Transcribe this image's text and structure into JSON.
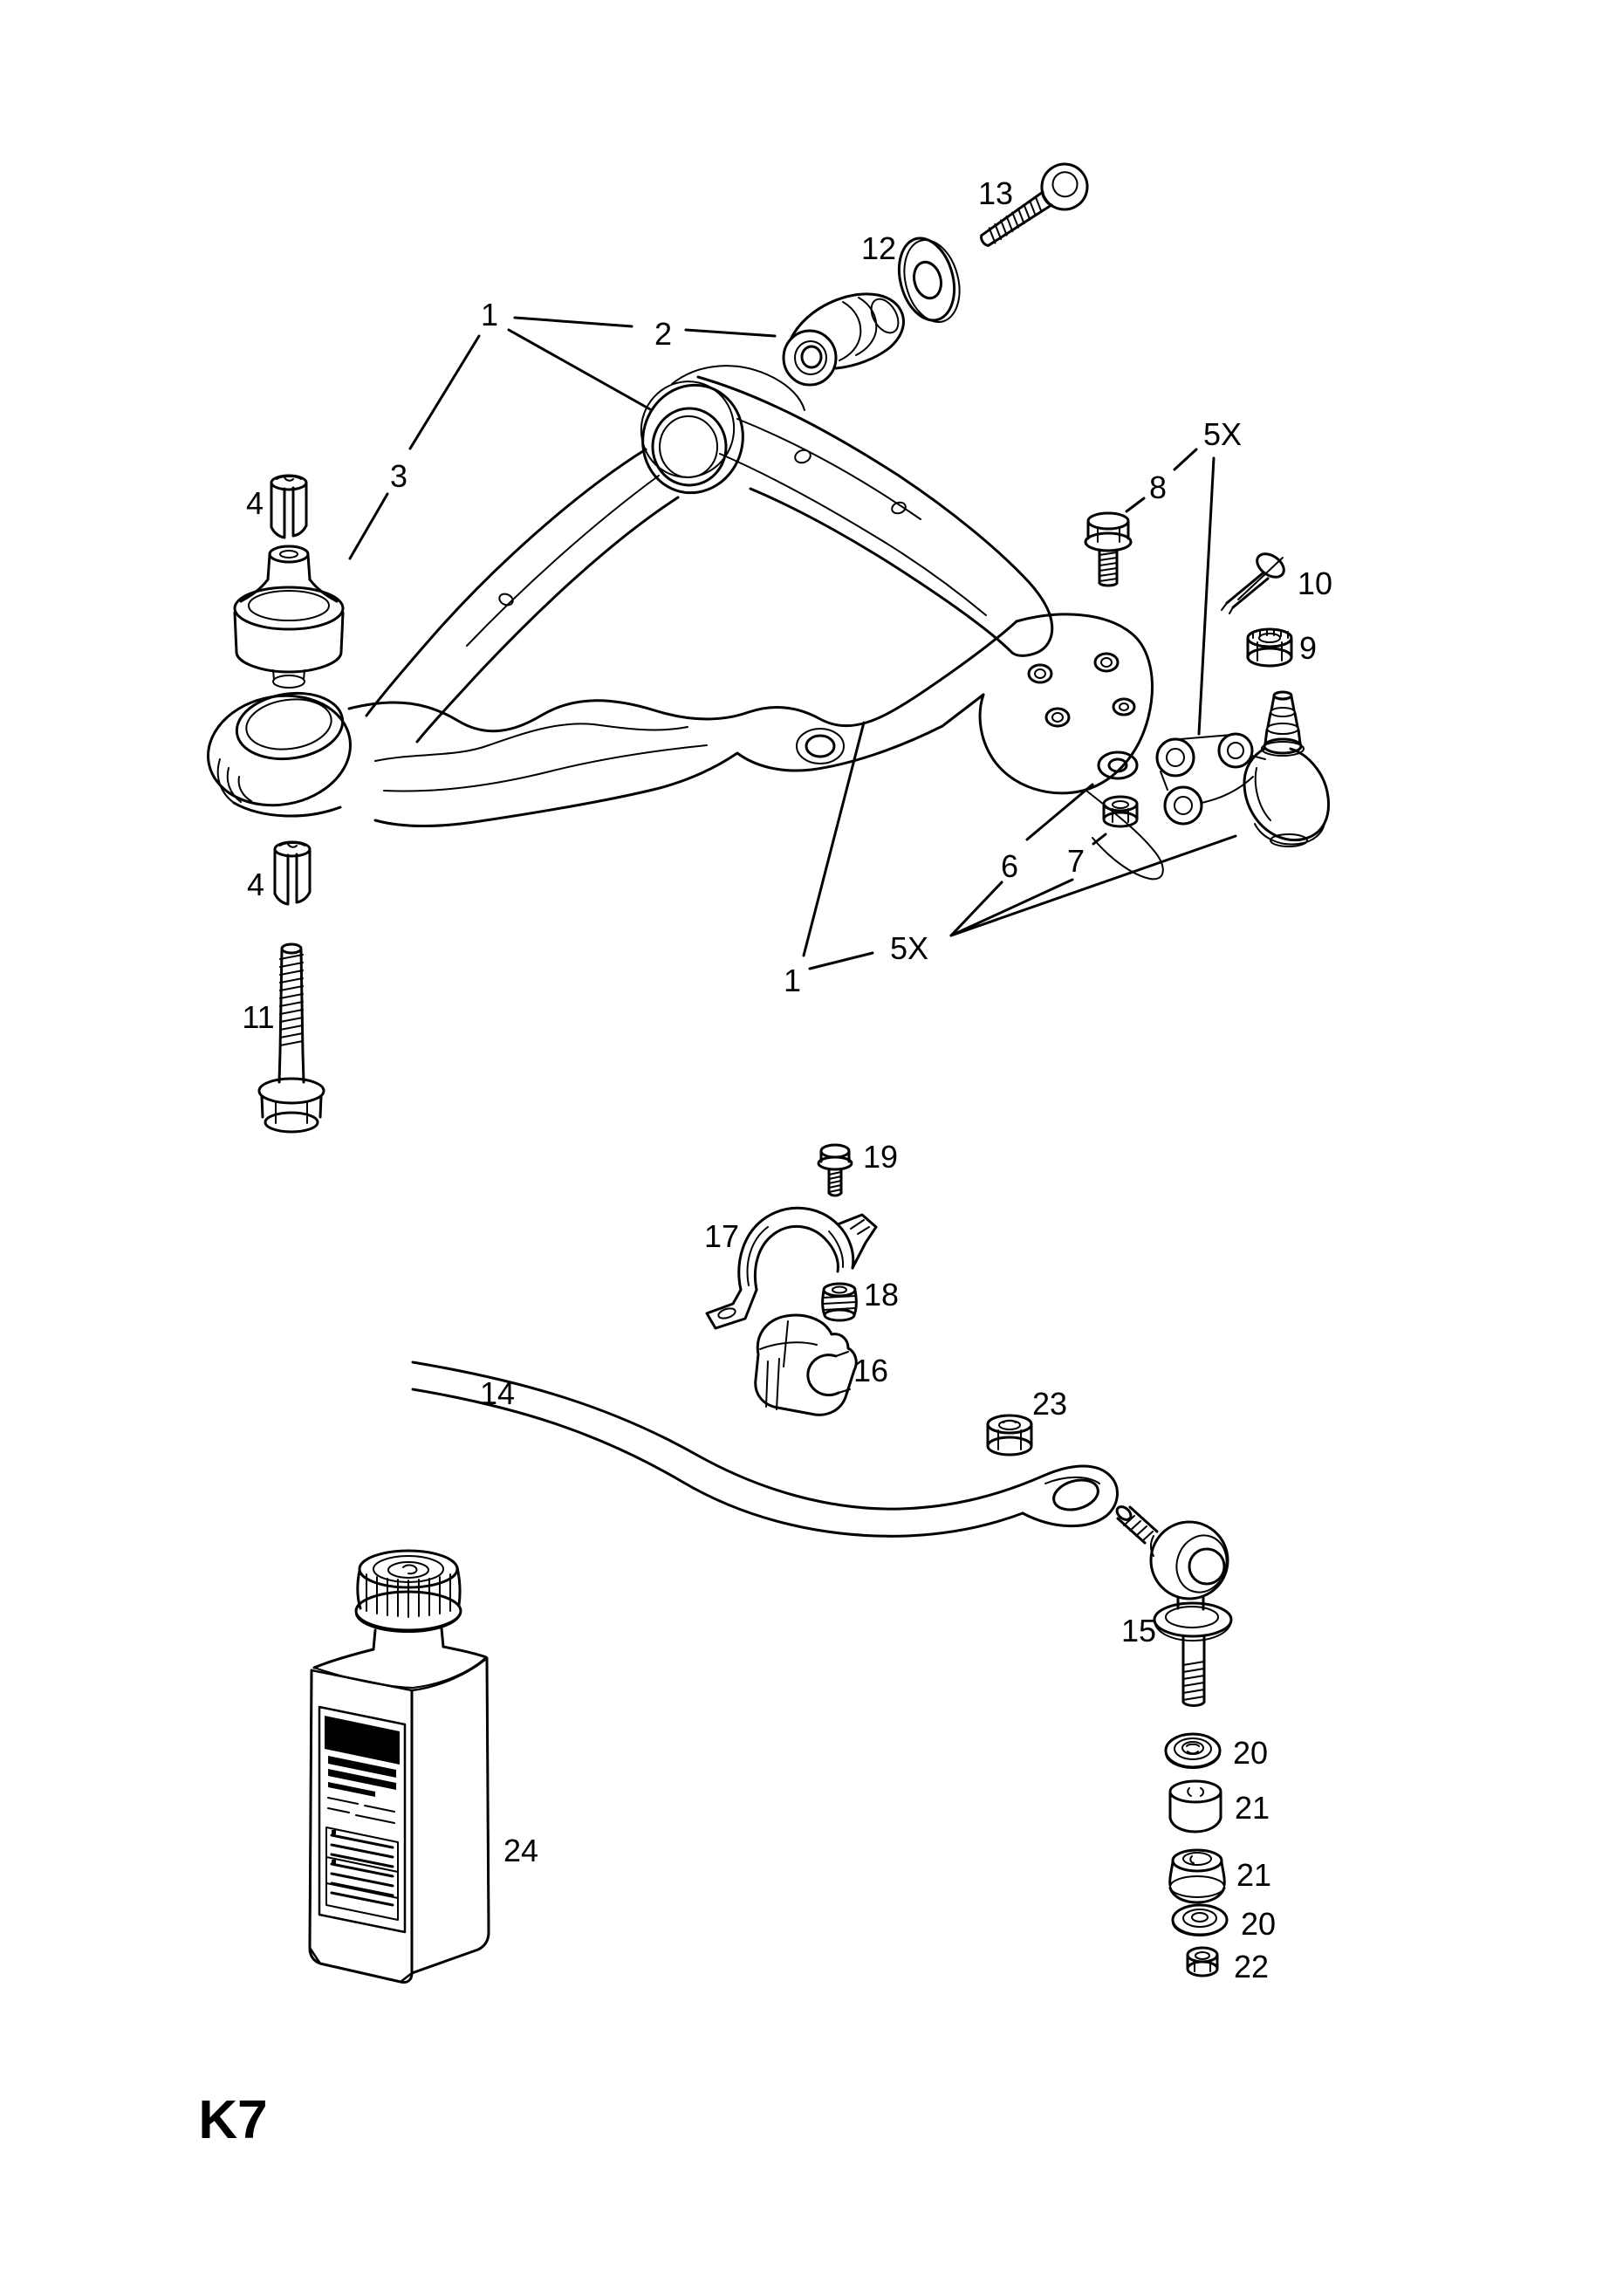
{
  "sheet": {
    "code": "K7"
  },
  "colors": {
    "ink": "#000000",
    "paper": "#ffffff"
  },
  "callouts": {
    "c1_top": "1",
    "c2": "2",
    "c3": "3",
    "c4_top": "4",
    "c4_bottom": "4",
    "c5x_top": "5X",
    "c5x_bottom": "5X",
    "c6": "6",
    "c7": "7",
    "c8": "8",
    "c9": "9",
    "c10": "10",
    "c11": "11",
    "c12": "12",
    "c13": "13",
    "c1_bottom": "1",
    "c14": "14",
    "c15": "15",
    "c16": "16",
    "c17": "17",
    "c18": "18",
    "c19": "19",
    "c20_top": "20",
    "c21_top": "21",
    "c21_bottom": "21",
    "c20_bottom": "20",
    "c22": "22",
    "c23": "23",
    "c24": "24"
  }
}
